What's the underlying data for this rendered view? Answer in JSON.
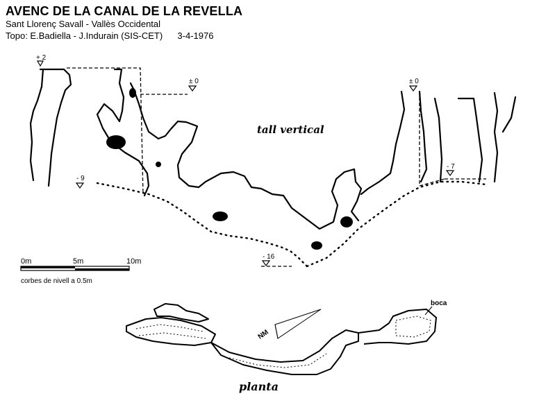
{
  "header": {
    "title": "AVENC DE LA CANAL DE LA REVELLA",
    "location": "Sant Llorenç Savall - Vallès Occidental",
    "topo": "Topo: E.Badiella - J.Indurain  (SIS-CET)",
    "date": "3-4-1976"
  },
  "section": {
    "label": "tall vertical",
    "depth_marks": [
      "+ 2",
      "± 0",
      "- 9",
      "± 0",
      "- 7",
      "- 16"
    ]
  },
  "scale": {
    "ticks": [
      "0m",
      "5m",
      "10m"
    ],
    "contour_note": "corbes de nivell a 0.5m"
  },
  "plan": {
    "label": "planta",
    "entrance_label": "boca",
    "north_label": "NM"
  }
}
